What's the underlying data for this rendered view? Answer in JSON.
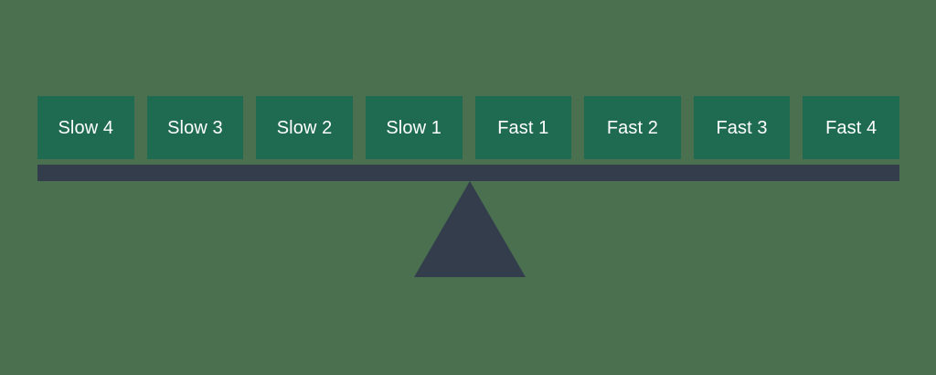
{
  "figure": {
    "name": "seesaw-balance-diagram",
    "background_color": "#4a7050"
  },
  "lever": {
    "color": "#333d4c",
    "label": "lever-bar"
  },
  "fulcrum": {
    "color": "#333d4c",
    "label": "fulcrum-triangle"
  },
  "weights": {
    "block_color": "#1f6b51",
    "text_color": "#ffffff",
    "items": [
      {
        "label": "Slow 4"
      },
      {
        "label": "Slow 3"
      },
      {
        "label": "Slow 2"
      },
      {
        "label": "Slow 1"
      },
      {
        "label": "Fast 1"
      },
      {
        "label": "Fast 2"
      },
      {
        "label": "Fast 3"
      },
      {
        "label": "Fast 4"
      }
    ]
  }
}
